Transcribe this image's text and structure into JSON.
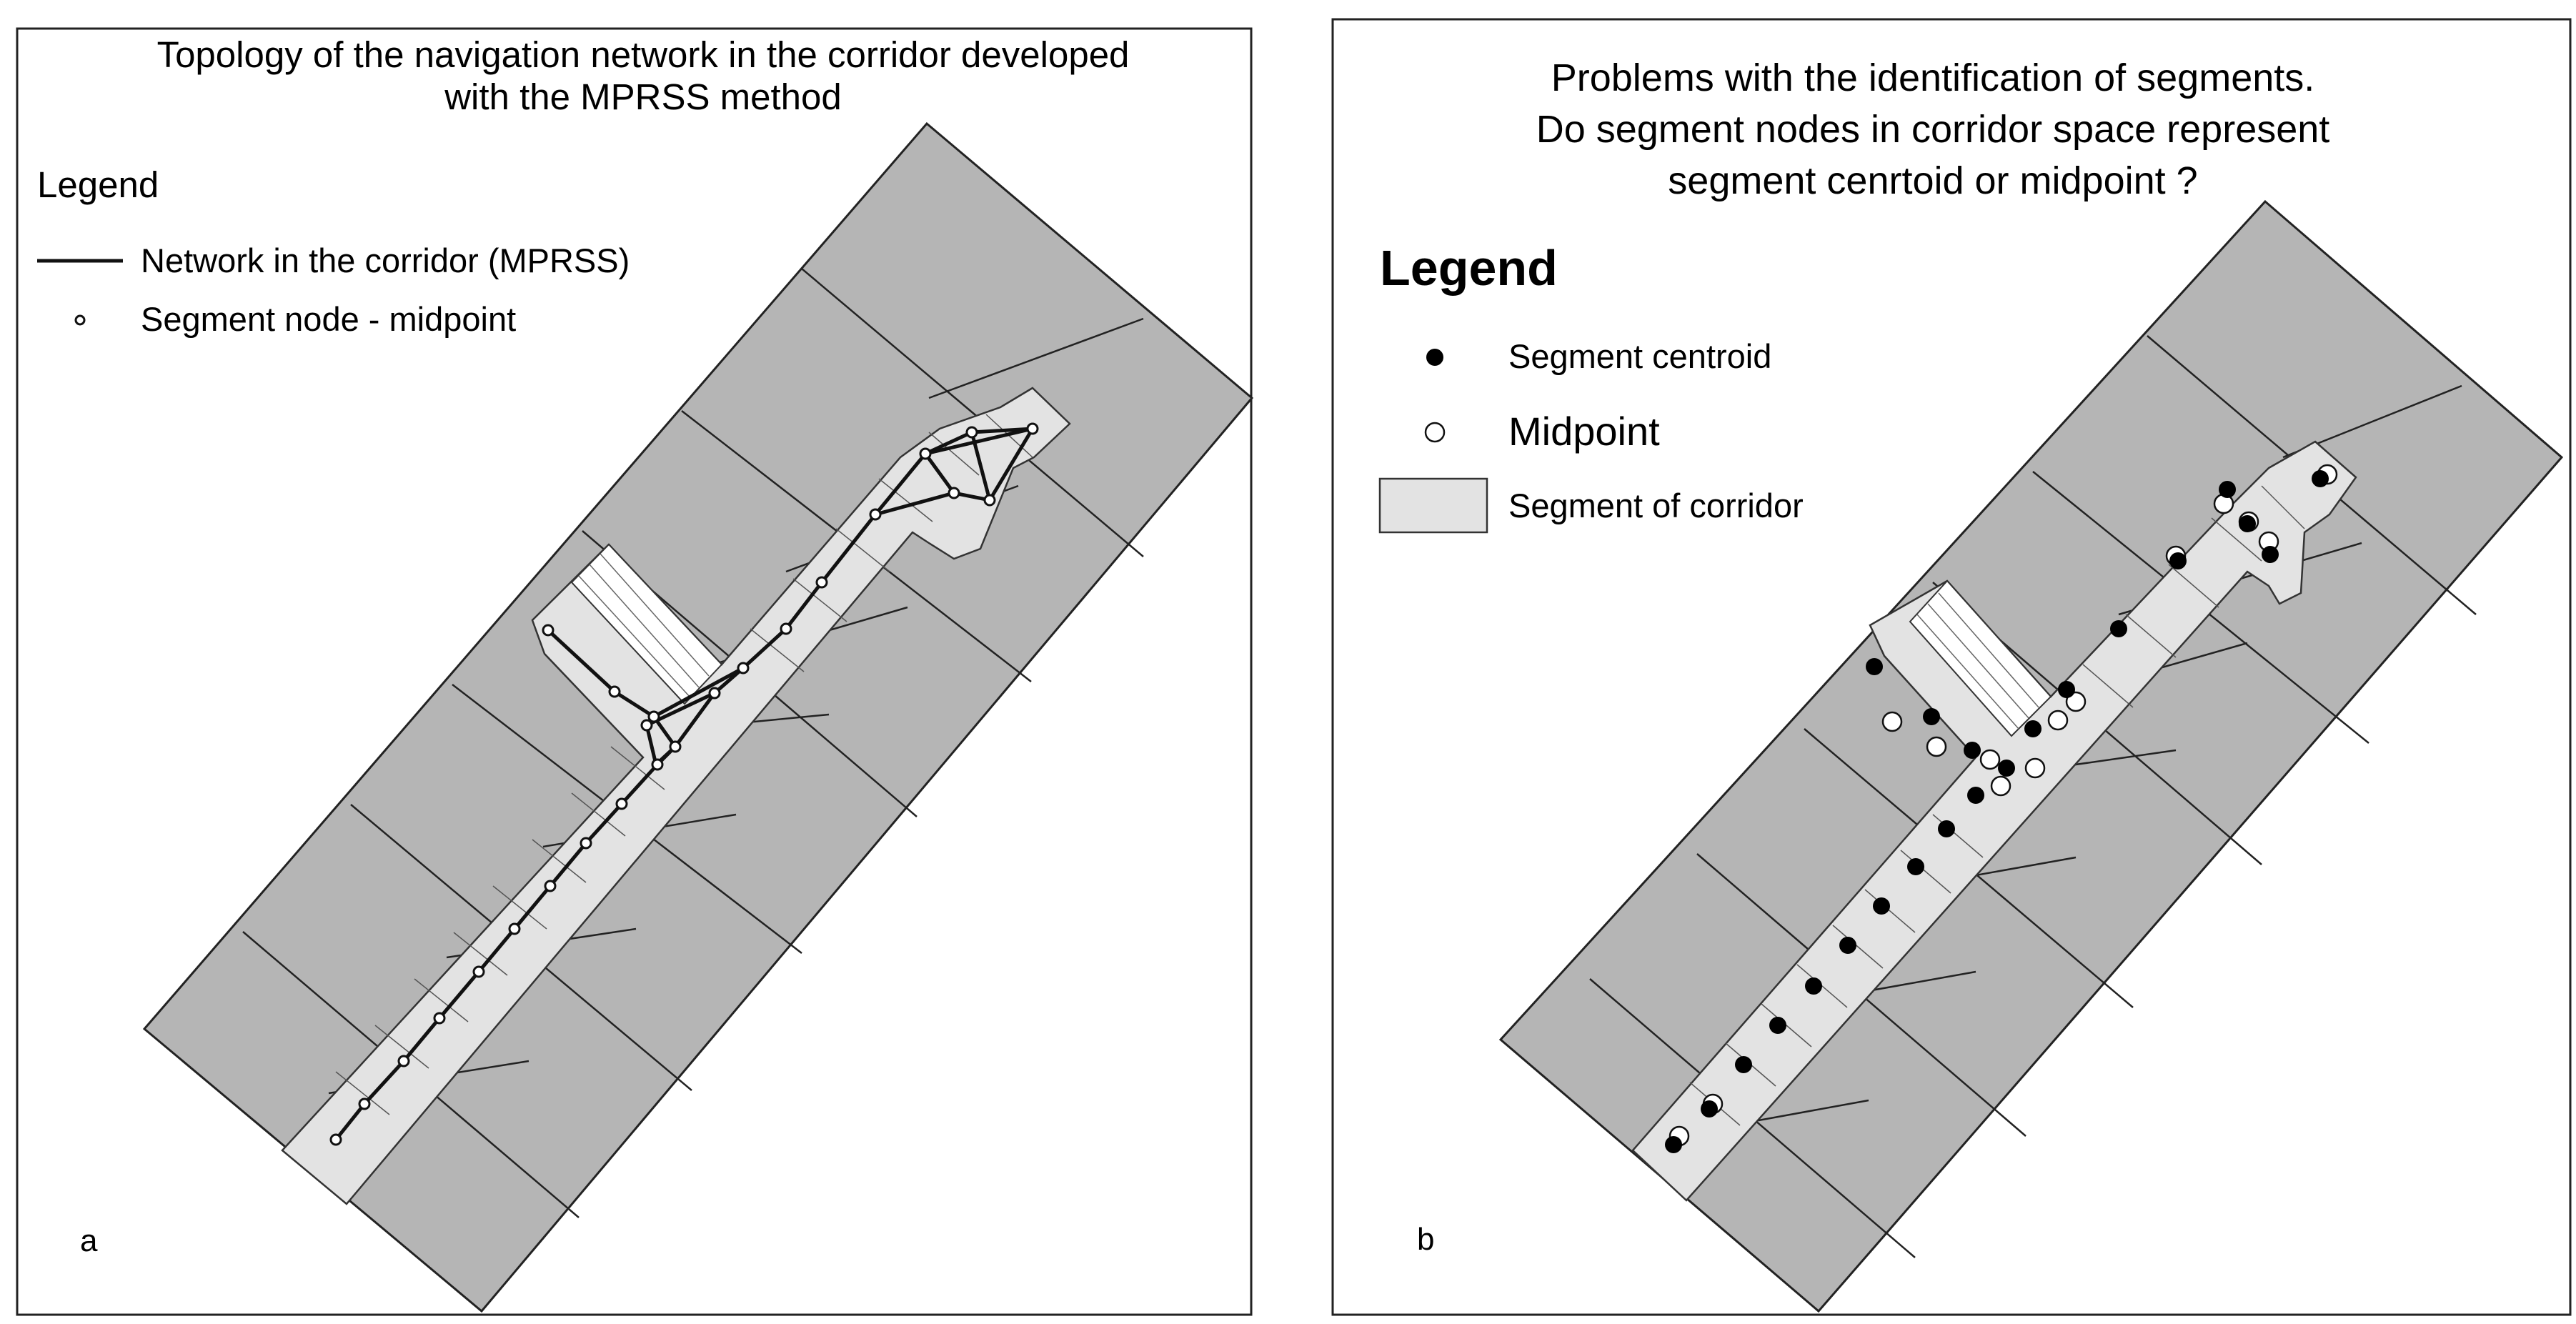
{
  "panels": {
    "a": {
      "title_lines": [
        "Topology of the navigation network in the corridor developed",
        "with the MPRSS method"
      ],
      "legend": {
        "heading": "Legend",
        "items": [
          {
            "label": "Network in the corridor (MPRSS)",
            "symbol": "line"
          },
          {
            "label": "Segment node - midpoint",
            "symbol": "small-open-circle"
          }
        ]
      },
      "tag": "a"
    },
    "b": {
      "title_lines": [
        "Problems with the identification of  segments.",
        "Do segment nodes in corridor space represent",
        "segment cenrtoid or midpoint ?"
      ],
      "legend": {
        "heading": "Legend",
        "items": [
          {
            "label": "Segment centroid",
            "symbol": "filled-circle"
          },
          {
            "label": "Midpoint",
            "symbol": "open-circle"
          },
          {
            "label": "Segment of corridor",
            "symbol": "light-gray-box"
          }
        ]
      },
      "tag": "b"
    }
  },
  "colors": {
    "room_fill": "#b5b5b5",
    "corridor_fill": "#e3e3e3",
    "outline": "#222222",
    "network_line": "#111111",
    "node_fill": "#ffffff",
    "centroid_fill": "#000000"
  }
}
